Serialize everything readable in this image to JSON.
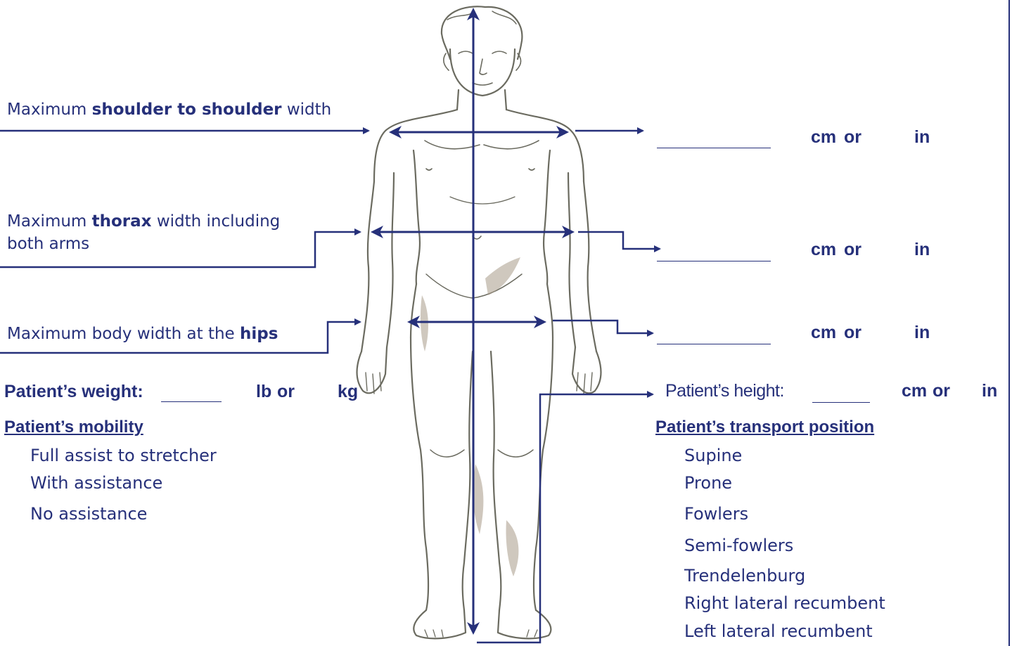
{
  "measure_labels": {
    "shoulder": {
      "pre": "Maximum ",
      "bold": "shoulder to shoulder",
      "post": " width"
    },
    "thorax": {
      "pre": "Maximum ",
      "bold": "thorax",
      "post": " width including",
      "line2": "both arms"
    },
    "hips": {
      "pre": "Maximum body width at the ",
      "bold": "hips"
    }
  },
  "units": {
    "cm": "cm",
    "or": "or",
    "in": "in"
  },
  "weight": {
    "label": "Patient’s weight:",
    "lb": "lb",
    "or": "or",
    "kg": "kg"
  },
  "height": {
    "label": "Patient’s height:",
    "cm": "cm",
    "or": "or",
    "in": "in"
  },
  "mobility": {
    "title": "Patient’s mobility",
    "options": [
      "Full assist to stretcher",
      "With assistance",
      "No assistance"
    ]
  },
  "transport": {
    "title": "Patient’s transport position",
    "options": [
      "Supine",
      "Prone",
      "Fowlers",
      "Semi-fowlers",
      "Trendelenburg",
      "Right lateral recumbent",
      "Left lateral recumbent"
    ]
  },
  "colors": {
    "ink": "#26307a",
    "sketch": "#6b6b60",
    "shade": "#a89a88"
  }
}
